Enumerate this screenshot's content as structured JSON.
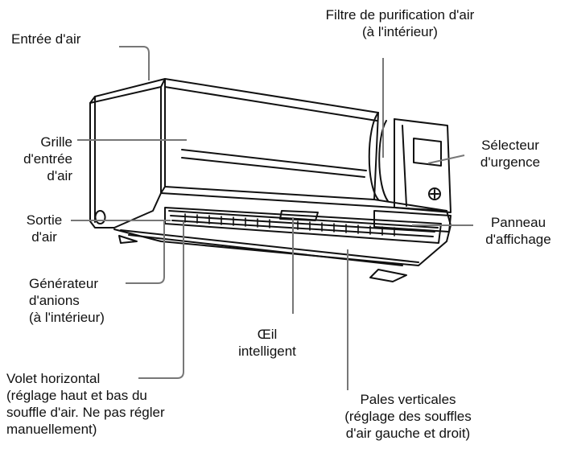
{
  "labels": {
    "air_inlet": [
      "Entrée d'air"
    ],
    "purification_filter": [
      "Filtre de purification d'air",
      "(à l'intérieur)"
    ],
    "inlet_grille": [
      "Grille",
      "d'entrée",
      "d'air"
    ],
    "emergency_selector": [
      "Sélecteur",
      "d'urgence"
    ],
    "air_outlet": [
      "Sortie",
      "d'air"
    ],
    "display_panel": [
      "Panneau",
      "d'affichage"
    ],
    "anion_generator": [
      "Générateur",
      "d'anions",
      "(à l'intérieur)"
    ],
    "intelligent_eye": [
      "Œil",
      "intelligent"
    ],
    "horizontal_flap": [
      "Volet horizontal",
      "(réglage haut et bas du",
      "souffle d'air. Ne pas régler",
      "manuellement)"
    ],
    "vertical_blades": [
      "Pales verticales",
      "(réglage des souffles",
      "d'air gauche et droit)"
    ]
  }
}
